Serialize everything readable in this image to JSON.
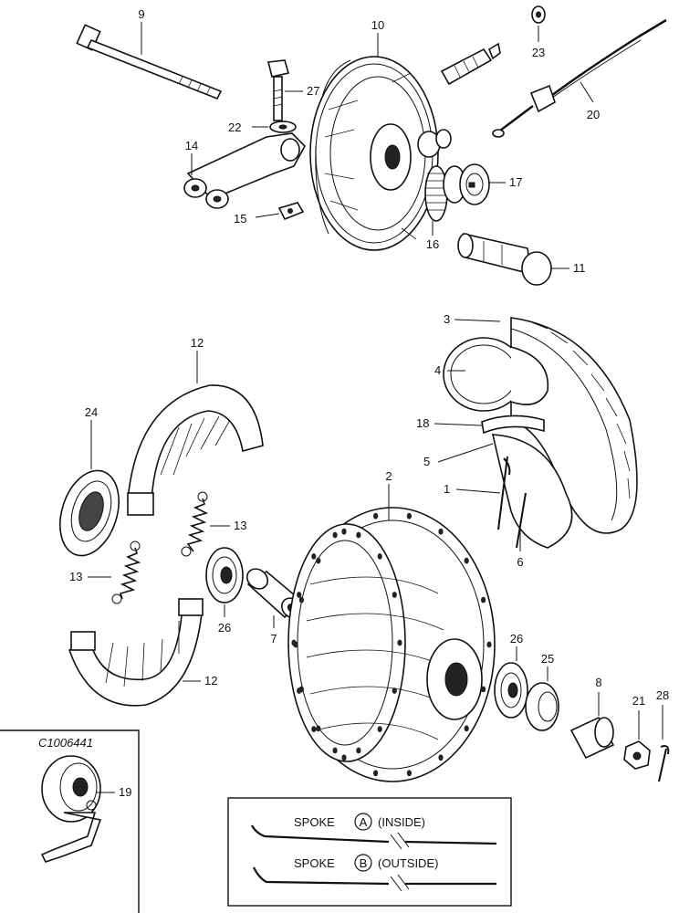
{
  "callouts": {
    "c1": "1",
    "c2": "2",
    "c3": "3",
    "c4": "4",
    "c5": "5",
    "c6": "6",
    "c7": "7",
    "c8": "8",
    "c9": "9",
    "c10": "10",
    "c11": "11",
    "c12a": "12",
    "c12b": "12",
    "c13a": "13",
    "c13b": "13",
    "c14": "14",
    "c15": "15",
    "c16": "16",
    "c17": "17",
    "c18": "18",
    "c19": "19",
    "c20": "20",
    "c21": "21",
    "c22": "22",
    "c23": "23",
    "c24": "24",
    "c25": "25",
    "c26a": "26",
    "c26b": "26",
    "c27": "27",
    "c28": "28"
  },
  "inset": {
    "code": "C1006441"
  },
  "legend": {
    "spoke_a": "SPOKE",
    "spoke_a_letter": "A",
    "spoke_a_note": "(INSIDE)",
    "spoke_b": "SPOKE",
    "spoke_b_letter": "B",
    "spoke_b_note": "(OUTSIDE)"
  }
}
